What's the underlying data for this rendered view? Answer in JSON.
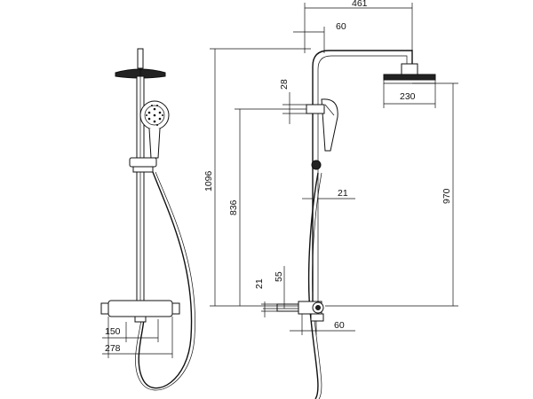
{
  "dimensions": {
    "overall_projection": "461",
    "arm_offset": "60",
    "slider_height": "28",
    "head_width": "230",
    "total_height": "1096",
    "slider_to_base": "836",
    "rail_diameter": "21",
    "inlet_height": "970",
    "inlet_offset": "55",
    "inlet_diameter": "21",
    "inlet_spacing": "60",
    "mixer_depth": "150",
    "mixer_width": "278"
  }
}
